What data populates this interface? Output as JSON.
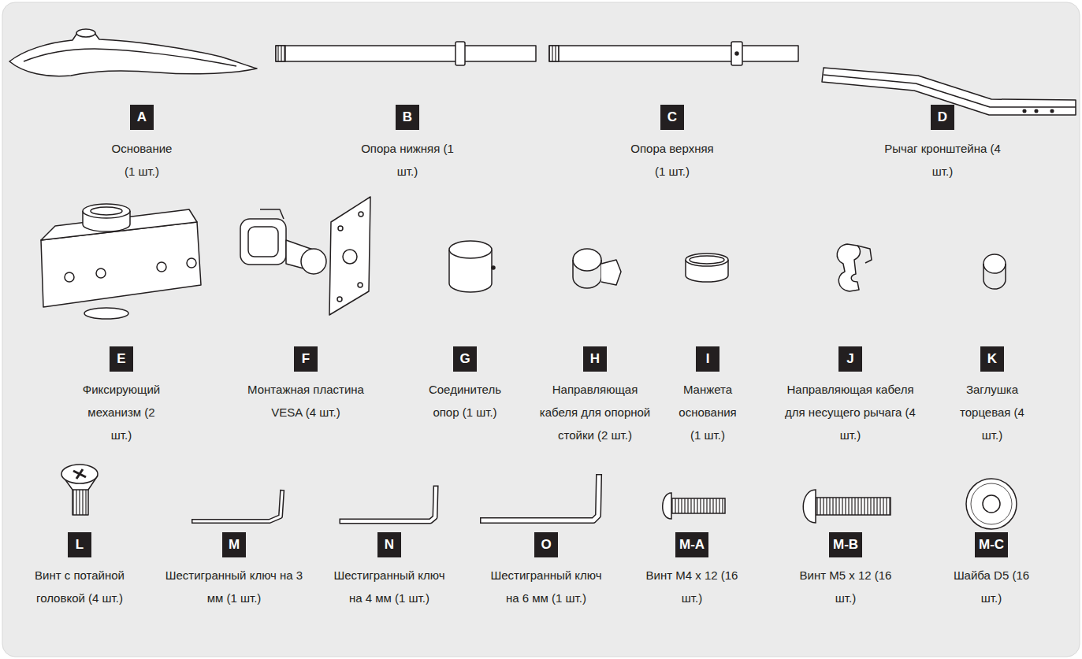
{
  "diagram": {
    "nodes": [
      {
        "text": [
          "A"
        ]
      },
      {
        "text": [
          "B"
        ]
      },
      {
        "text": [
          "C"
        ]
      },
      {
        "text": [
          "D"
        ]
      },
      {
        "text": [
          "E"
        ]
      },
      {
        "text": [
          "F"
        ]
      },
      {
        "text": [
          "G"
        ]
      },
      {
        "text": [
          "H"
        ]
      },
      {
        "text": [
          "I"
        ]
      },
      {
        "text": [
          "J"
        ]
      },
      {
        "text": [
          "K"
        ]
      },
      {
        "text": [
          "L"
        ]
      },
      {
        "text": [
          "M"
        ]
      },
      {
        "text": [
          "N"
        ]
      },
      {
        "text": [
          "O"
        ]
      },
      {
        "text": [
          "M-A"
        ]
      },
      {
        "text": [
          "M-B"
        ]
      },
      {
        "text": [
          "M-C"
        ]
      }
    ],
    "edges": [],
    "labels": [
      "Основание (1 шт.)",
      "Опора нижняя (1 шт.)",
      "Опора верхняя (1 шт.)",
      "Рычаг кронштейна (4 шт.)",
      "Фиксирующий механизм (2 шт.)",
      "Монтажная пластина VESA (4 шт.)",
      "Соединитель опор (1 шт.)",
      "Направляющая кабеля для опорной стойки (2 шт.)",
      "Манжета основания (1 шт.)",
      "Направляющая кабеля для несущего рычага (4 шт.)",
      "Заглушка торцевая (4 шт.)",
      "Винт с потайной головкой (4 шт.)",
      "Шестигранный ключ на 3 мм (1 шт.)",
      "Шестигранный ключ на 4 мм (1 шт.)",
      "Шестигранный ключ на 6 мм (1 шт.)",
      "Винт M4 x 12 (16 шт.)",
      "Винт M5 x 12 (16 шт.)",
      "Шайба D5 (16 шт.)"
    ]
  }
}
